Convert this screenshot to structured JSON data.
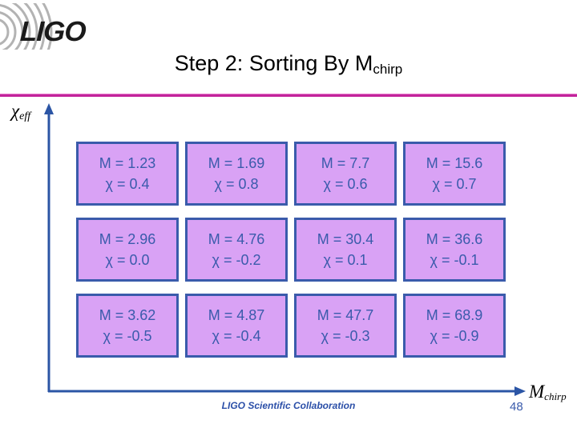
{
  "branding": {
    "logo_icon": "ligo-arcs-logo",
    "wordmark": "LIGO"
  },
  "title": {
    "main": "Step 2: Sorting By M",
    "subscript": "chirp"
  },
  "divider": {
    "color": "#c2239b"
  },
  "axes": {
    "color": "#2b55a5",
    "y_label": "χ",
    "y_label_sub": "eff",
    "x_label": "M",
    "x_label_sub": "chirp",
    "y_arrow_icon": "arrow-up-icon",
    "x_arrow_icon": "arrow-right-icon"
  },
  "chart_data": {
    "type": "table",
    "title": "Step 2: Sorting By M_chirp",
    "xlabel": "M_chirp",
    "ylabel": "chi_eff",
    "cell_fill": "#d9a2f5",
    "cell_border": "#3a5bab",
    "cell_text_color": "#3a5bab",
    "rows": 3,
    "columns": 4,
    "cells": [
      {
        "m_label": "M = 1.23",
        "chi_label": "χ = 0.4",
        "M": 1.23,
        "chi": 0.4
      },
      {
        "m_label": "M = 1.69",
        "chi_label": "χ = 0.8",
        "M": 1.69,
        "chi": 0.8
      },
      {
        "m_label": "M = 7.7",
        "chi_label": "χ = 0.6",
        "M": 7.7,
        "chi": 0.6
      },
      {
        "m_label": "M = 15.6",
        "chi_label": "χ = 0.7",
        "M": 15.6,
        "chi": 0.7
      },
      {
        "m_label": "M = 2.96",
        "chi_label": "χ = 0.0",
        "M": 2.96,
        "chi": 0.0
      },
      {
        "m_label": "M = 4.76",
        "chi_label": "χ = -0.2",
        "M": 4.76,
        "chi": -0.2
      },
      {
        "m_label": "M = 30.4",
        "chi_label": "χ = 0.1",
        "M": 30.4,
        "chi": 0.1
      },
      {
        "m_label": "M = 36.6",
        "chi_label": "χ = -0.1",
        "M": 36.6,
        "chi": -0.1
      },
      {
        "m_label": "M = 3.62",
        "chi_label": "χ = -0.5",
        "M": 3.62,
        "chi": -0.5
      },
      {
        "m_label": "M = 4.87",
        "chi_label": "χ = -0.4",
        "M": 4.87,
        "chi": -0.4
      },
      {
        "m_label": "M = 47.7",
        "chi_label": "χ = -0.3",
        "M": 47.7,
        "chi": -0.3
      },
      {
        "m_label": "M = 68.9",
        "chi_label": "χ = -0.9",
        "M": 68.9,
        "chi": -0.9
      }
    ]
  },
  "footer": {
    "text": "LIGO Scientific Collaboration",
    "page_number": "48"
  }
}
